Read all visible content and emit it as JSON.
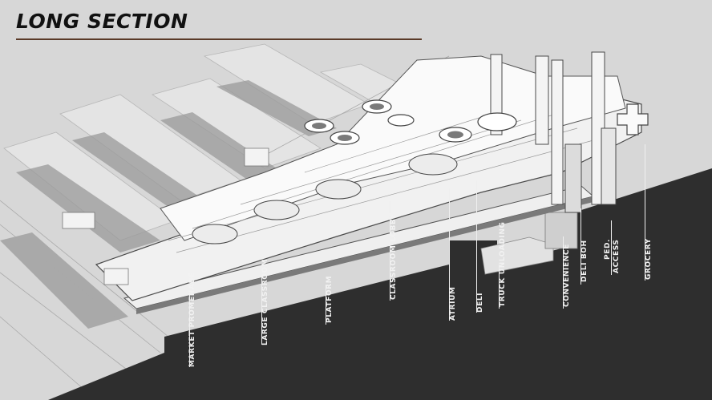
{
  "title": "LONG SECTION",
  "labels": {
    "market_promenade": "MARKET PROMENADE",
    "large_classroom": "LARGE CLASSROOM",
    "platform": "PLATFORM",
    "classroom_lobby": "CLASSROOM LOBBY",
    "atrium": "ATRIUM",
    "deli": "DELI",
    "truck_unloading": "TRUCK UNLOADING",
    "convenience": "CONVENIENCE",
    "deli_boh": "DELI BOH",
    "ped_access_line1": "PED.",
    "ped_access_line2": "ACCESS",
    "grocery": "GROCERY"
  },
  "colors": {
    "background": "#d7d7d7",
    "ground": "#2e2e2e",
    "title": "#111111",
    "title_rule": "#5a3a28",
    "label": "#f2f2f2"
  }
}
